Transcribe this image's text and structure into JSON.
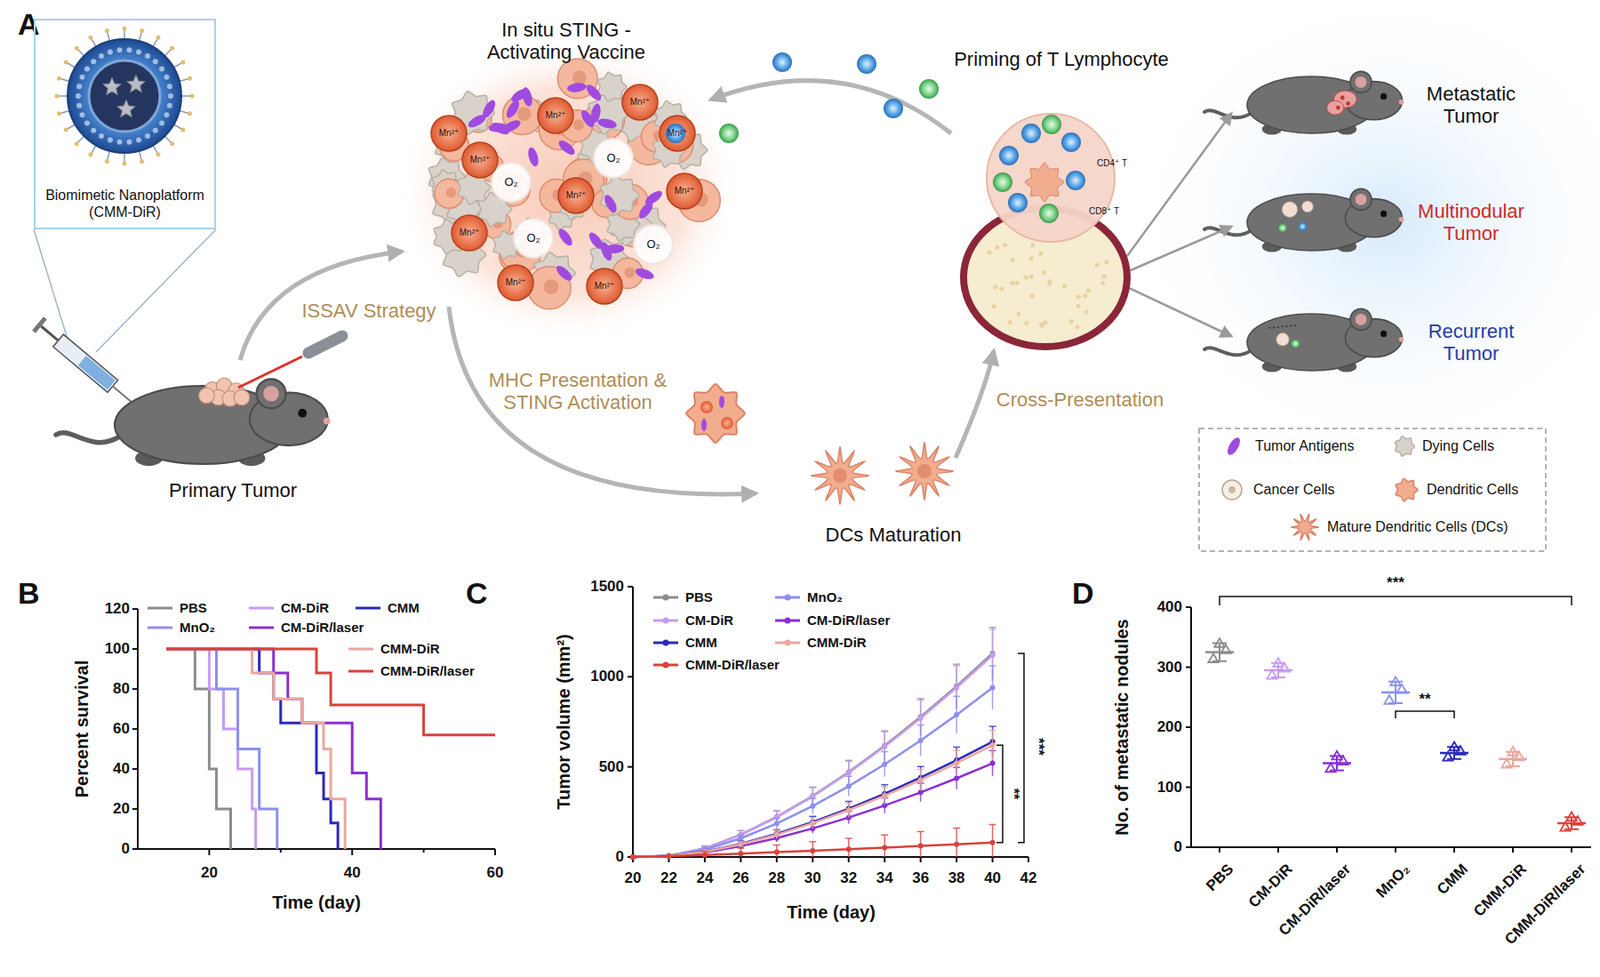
{
  "diagram": {
    "nodes": [
      {
        "text": [
          "Biomimetic Nanoplatform (CMM-DiR)"
        ]
      }
    ],
    "labels": [
      "A",
      "In situ STING -Activating Vaccine",
      "ISSAV Strategy",
      "Primary Tumor",
      "MHC Presentation & STING Activation",
      "DCs Maturation",
      "Cross-Presentation",
      "Priming of T Lymphocyte",
      "CD4⁺ T",
      "CD8⁺ T",
      "Metastatic Tumor",
      "Multinodular Tumor",
      "Recurrent Tumor",
      "O₂",
      "O₂",
      "O₂",
      "O₂",
      "Mn²⁺",
      "Mn²⁺",
      "Mn²⁺",
      "Mn²⁺",
      "Mn²⁺",
      "Mn²⁺",
      "Mn²⁺",
      "Mn²⁺",
      "Mn²⁺",
      "Mn²⁺",
      "B",
      "Percent survival",
      "Time (day)",
      "0",
      "20",
      "40",
      "60",
      "80",
      "100",
      "120",
      "20",
      "40",
      "60",
      "C",
      "Tumor volume (mm²)",
      "Time (day)",
      "0",
      "500",
      "1000",
      "1500",
      "20",
      "22",
      "24",
      "26",
      "28",
      "30",
      "32",
      "34",
      "36",
      "38",
      "40",
      "42",
      "**",
      "***",
      "D",
      "No. of metastatic nodules",
      "0",
      "100",
      "200",
      "300",
      "400",
      "PBS",
      "CM-DiR",
      "CM-DiR/laser",
      "MnO₂",
      "CMM",
      "CMM-DiR",
      "CMM-DiR/laser",
      "***",
      "**"
    ],
    "legend": [
      {
        "text": "Tumor Antigens"
      },
      {
        "text": "Dying Cells"
      },
      {
        "text": "Cancer Cells"
      },
      {
        "text": "Dendritic Cells"
      },
      {
        "text": "Mature Dendritic Cells (DCs)"
      },
      {
        "text": "PBS"
      },
      {
        "text": "CM-DiR"
      },
      {
        "text": "CMM"
      },
      {
        "text": "MnO₂"
      },
      {
        "text": "CM-DiR/laser"
      },
      {
        "text": "CMM-DiR"
      },
      {
        "text": "CMM-DiR/laser"
      },
      {
        "text": "PBS"
      },
      {
        "text": "MnO₂"
      },
      {
        "text": "CM-DiR"
      },
      {
        "text": "CM-DiR/laser"
      },
      {
        "text": "CMM"
      },
      {
        "text": "CMM-DiR"
      },
      {
        "text": "CMM-DiR/laser"
      }
    ]
  }
}
